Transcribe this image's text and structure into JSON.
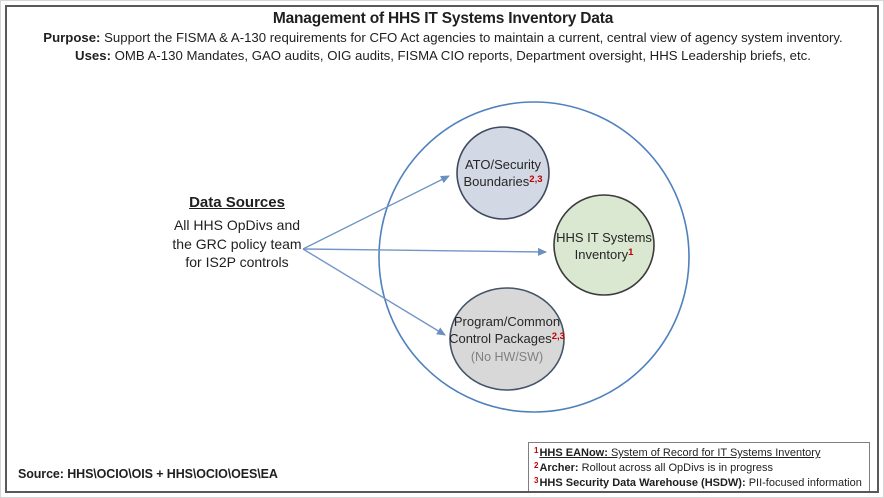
{
  "header": {
    "title": "Management of HHS IT Systems Inventory Data",
    "purpose_label": "Purpose:",
    "purpose_text": " Support the FISMA & A-130 requirements for CFO Act agencies to maintain a current, central view of agency system inventory.",
    "uses_label": "Uses:",
    "uses_text": " OMB A-130 Mandates, GAO audits, OIG audits, FISMA CIO reports, Department oversight, HHS Leadership briefs, etc."
  },
  "data_sources": {
    "heading": "Data Sources",
    "lines": [
      "All HHS OpDivs and",
      "the GRC policy team",
      "for IS2P controls"
    ]
  },
  "circles": [
    {
      "name": "ato-security-boundaries",
      "line1": "ATO/Security",
      "line2": "Boundaries",
      "sup": "2,3"
    },
    {
      "name": "hhs-it-systems-inventory",
      "line1": "HHS IT Systems",
      "line2": "Inventory",
      "sup": "1"
    },
    {
      "name": "program-common-control-packages",
      "line1": "Program/Common",
      "line2": "Control Packages",
      "sup": "2,3",
      "note": "(No HW/SW)"
    }
  ],
  "footnotes": [
    {
      "sup": "1",
      "label": "HHS EANow:",
      "text": " System of Record for IT Systems Inventory"
    },
    {
      "sup": "2",
      "label": "Archer:",
      "text": " Rollout across all OpDivs is in progress"
    },
    {
      "sup": "3",
      "label": "HHS Security Data Warehouse (HSDW):",
      "text": " PII-focused information"
    }
  ],
  "source_line": "Source: HHS\\OCIO\\OIS + HHS\\OCIO\\OES\\EA",
  "colors": {
    "boundary_circle_stroke": "#4f81bd",
    "arrow": "#7396c6",
    "ato_fill": "#d3d9e4",
    "ato_stroke": "#3f4a61",
    "hhs_fill": "#dae8d2",
    "hhs_stroke": "#3b3b3b",
    "program_fill": "#d8d8d8",
    "program_stroke": "#44546a",
    "superscript_red": "#c00000",
    "frame_border": "#595959"
  }
}
